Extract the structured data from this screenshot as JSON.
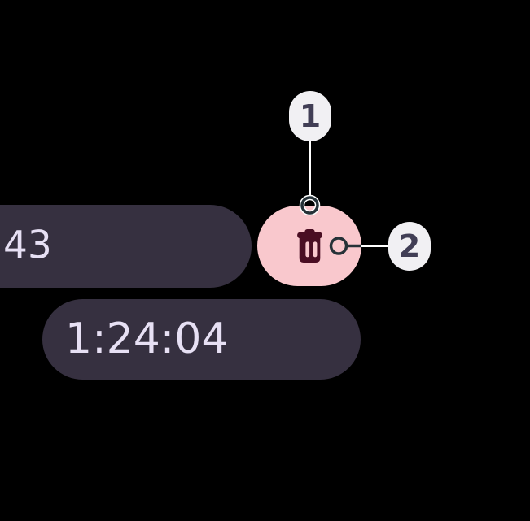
{
  "stopwatch": {
    "time_fragment": "43",
    "lap_time": "1:24:04"
  },
  "delete_button": {
    "icon": "trash-icon"
  },
  "callouts": [
    {
      "label": "1",
      "target": "delete-lap-button"
    },
    {
      "label": "2",
      "target": "trash-icon"
    }
  ],
  "colors": {
    "background": "#000000",
    "pill_bg": "#363040",
    "pill_text": "#E7E0F4",
    "delete_button_bg": "#F9C8CD",
    "delete_icon": "#4A0E23",
    "badge_bg": "#F1F0F3",
    "badge_text": "#413E55",
    "connector_dark": "#263238",
    "connector_light": "#FFFFFF"
  }
}
